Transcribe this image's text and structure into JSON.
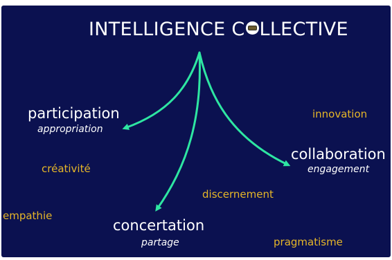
{
  "colors": {
    "background": "#0b1150",
    "arrow": "#2ee6a2",
    "main_text": "#ffffff",
    "secondary_text": "#e6b628"
  },
  "title": {
    "before": "INTELLIGENCE C",
    "after": "LLECTIVE",
    "badge_icon": "seal-icon"
  },
  "nodes": {
    "participation": {
      "label": "participation",
      "sub": "appropriation"
    },
    "collaboration": {
      "label": "collaboration",
      "sub": "engagement"
    },
    "concertation": {
      "label": "concertation",
      "sub": "partage"
    }
  },
  "keywords": {
    "innovation": "innovation",
    "creativite": "créativité",
    "discernement": "discernement",
    "empathie": "empathie",
    "pragmatisme": "pragmatisme"
  }
}
